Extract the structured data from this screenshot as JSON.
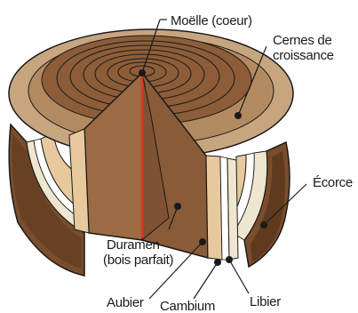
{
  "labels": {
    "moelle": "Moëlle (coeur)",
    "cernes_line1": "Cernes de",
    "cernes_line2": "croissance",
    "ecorce": "Écorce",
    "duramen_line1": "Duramen",
    "duramen_line2": "(bois parfait)",
    "aubier": "Aubier",
    "cambium": "Cambium",
    "libier": "Libier"
  },
  "colors": {
    "outline": "#1a1a1a",
    "bark_outer": "#7a4d2c",
    "bark_dark": "#4a2c16",
    "phloem": "#efe6cf",
    "cambium": "#ffffff",
    "sapwood": "#e7c99d",
    "heartwood": "#9c6a43",
    "heartwood_dark": "#7e5232",
    "top_rim": "#c7a57f",
    "pith_line": "#d93a1f"
  }
}
